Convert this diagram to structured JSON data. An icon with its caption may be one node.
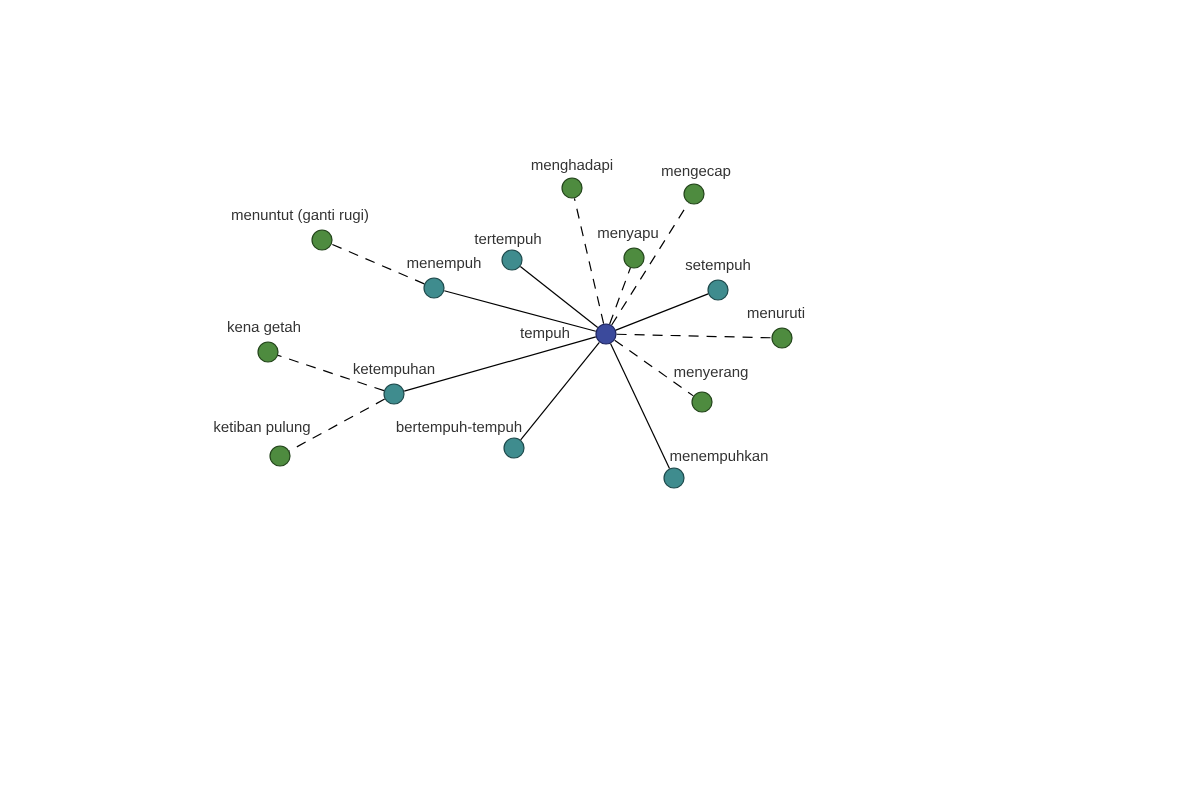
{
  "diagram": {
    "nodes": [
      {
        "text": [
          "menghadapi"
        ]
      },
      {
        "text": [
          "mengecap"
        ]
      },
      {
        "text": [
          "menuntut (ganti rugi)"
        ]
      },
      {
        "text": [
          "tertempuh"
        ]
      },
      {
        "text": [
          "menyapu"
        ]
      },
      {
        "text": [
          "menempuh"
        ]
      },
      {
        "text": [
          "setempuh"
        ]
      },
      {
        "text": [
          "tempuh"
        ]
      },
      {
        "text": [
          "menuruti"
        ]
      },
      {
        "text": [
          "kena getah"
        ]
      },
      {
        "text": [
          "ketempuhan"
        ]
      },
      {
        "text": [
          "menyerang"
        ]
      },
      {
        "text": [
          "bertempuh-tempuh"
        ]
      },
      {
        "text": [
          "ketiban pulung"
        ]
      },
      {
        "text": [
          "menempuhkan"
        ]
      }
    ],
    "edges": [
      {
        "from": 7,
        "to": 0,
        "arrow": "none",
        "style": "dashed"
      },
      {
        "from": 7,
        "to": 1,
        "arrow": "none",
        "style": "dashed"
      },
      {
        "from": 5,
        "to": 2,
        "arrow": "none",
        "style": "dashed"
      },
      {
        "from": 7,
        "to": 3,
        "arrow": "none"
      },
      {
        "from": 7,
        "to": 4,
        "arrow": "none",
        "style": "dashed"
      },
      {
        "from": 7,
        "to": 5,
        "arrow": "none"
      },
      {
        "from": 7,
        "to": 6,
        "arrow": "none"
      },
      {
        "from": 7,
        "to": 8,
        "arrow": "none",
        "style": "dashed"
      },
      {
        "from": 10,
        "to": 9,
        "arrow": "none",
        "style": "dashed"
      },
      {
        "from": 7,
        "to": 10,
        "arrow": "none"
      },
      {
        "from": 7,
        "to": 11,
        "arrow": "none",
        "style": "dashed"
      },
      {
        "from": 7,
        "to": 12,
        "arrow": "none"
      },
      {
        "from": 10,
        "to": 13,
        "arrow": "none",
        "style": "dashed"
      },
      {
        "from": 7,
        "to": 14,
        "arrow": "none"
      }
    ]
  }
}
